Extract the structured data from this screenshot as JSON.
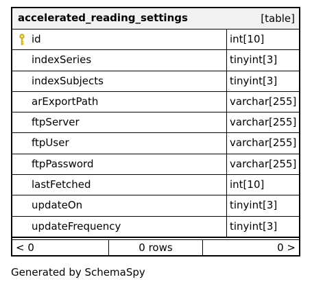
{
  "table": {
    "name": "accelerated_reading_settings",
    "type_label": "[table]",
    "columns": [
      {
        "name": "id",
        "type": "int[10]",
        "primary_key": true
      },
      {
        "name": "indexSeries",
        "type": "tinyint[3]",
        "primary_key": false
      },
      {
        "name": "indexSubjects",
        "type": "tinyint[3]",
        "primary_key": false
      },
      {
        "name": "arExportPath",
        "type": "varchar[255]",
        "primary_key": false
      },
      {
        "name": "ftpServer",
        "type": "varchar[255]",
        "primary_key": false
      },
      {
        "name": "ftpUser",
        "type": "varchar[255]",
        "primary_key": false
      },
      {
        "name": "ftpPassword",
        "type": "varchar[255]",
        "primary_key": false
      },
      {
        "name": "lastFetched",
        "type": "int[10]",
        "primary_key": false
      },
      {
        "name": "updateOn",
        "type": "tinyint[3]",
        "primary_key": false
      },
      {
        "name": "updateFrequency",
        "type": "tinyint[3]",
        "primary_key": false
      }
    ],
    "footer": {
      "parents": "< 0",
      "rows": "0 rows",
      "children": "0 >"
    }
  },
  "generated_by": "Generated by SchemaSpy",
  "colors": {
    "header_bg": "#f2f2f2",
    "key_icon": "#e6c619",
    "border": "#000000"
  },
  "icons": {
    "primary_key": "key-icon"
  }
}
